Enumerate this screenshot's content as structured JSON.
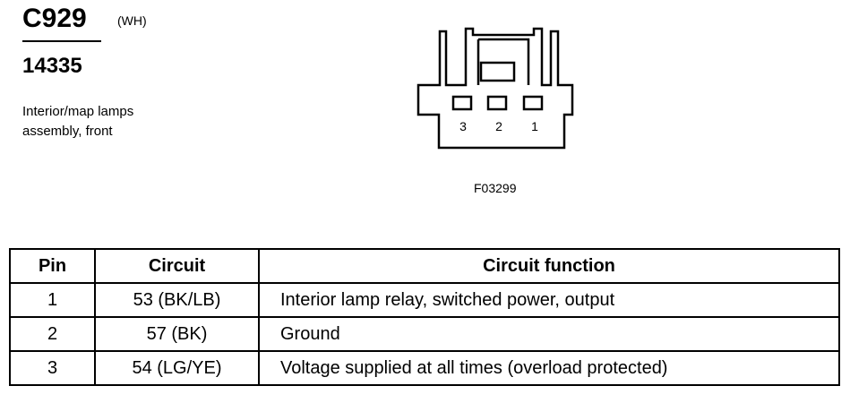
{
  "connector": {
    "id": "C929",
    "color": "(WH)",
    "part_number": "14335",
    "description_line1": "Interior/map lamps",
    "description_line2": "assembly, front",
    "figure_id": "F03299",
    "pin_labels": [
      "3",
      "2",
      "1"
    ]
  },
  "table": {
    "headers": {
      "pin": "Pin",
      "circuit": "Circuit",
      "function": "Circuit function"
    },
    "rows": [
      {
        "pin": "1",
        "circuit": "53 (BK/LB)",
        "function": "Interior lamp relay, switched power, output"
      },
      {
        "pin": "2",
        "circuit": "57 (BK)",
        "function": "Ground"
      },
      {
        "pin": "3",
        "circuit": "54 (LG/YE)",
        "function": "Voltage supplied at all times (overload protected)"
      }
    ]
  }
}
